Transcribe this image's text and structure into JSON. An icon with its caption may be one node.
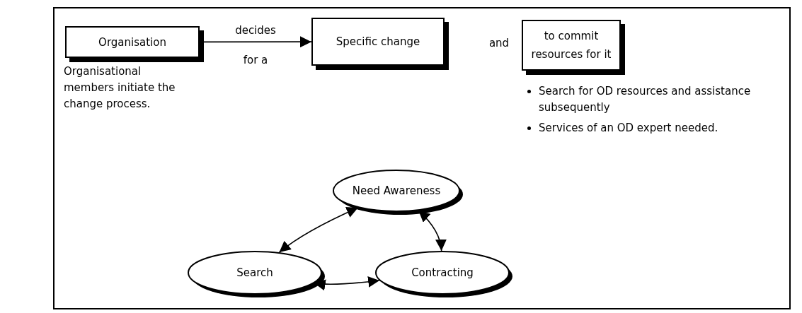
{
  "diagram": {
    "nodes": [
      {
        "text": [
          "Organisation"
        ],
        "beside": [
          "Organisational members initiate the change process."
        ]
      },
      {
        "text": [
          "Specific change"
        ]
      },
      {
        "text": [
          "to commit resources for it"
        ],
        "beside": [
          "Search for OD resources and assistance subsequently",
          "Services of an OD expert needed."
        ]
      },
      {
        "text": [
          "Need Awareness"
        ]
      },
      {
        "text": [
          "Search"
        ]
      },
      {
        "text": [
          "Contracting"
        ]
      }
    ],
    "edges": [
      {
        "from": 0,
        "to": 1,
        "arrow": "to",
        "label": "decides for a"
      },
      {
        "from": 3,
        "to": 4,
        "arrow": "both"
      },
      {
        "from": 3,
        "to": 5,
        "arrow": "both"
      },
      {
        "from": 4,
        "to": 5,
        "arrow": "both"
      }
    ],
    "labels": [
      "and"
    ]
  }
}
